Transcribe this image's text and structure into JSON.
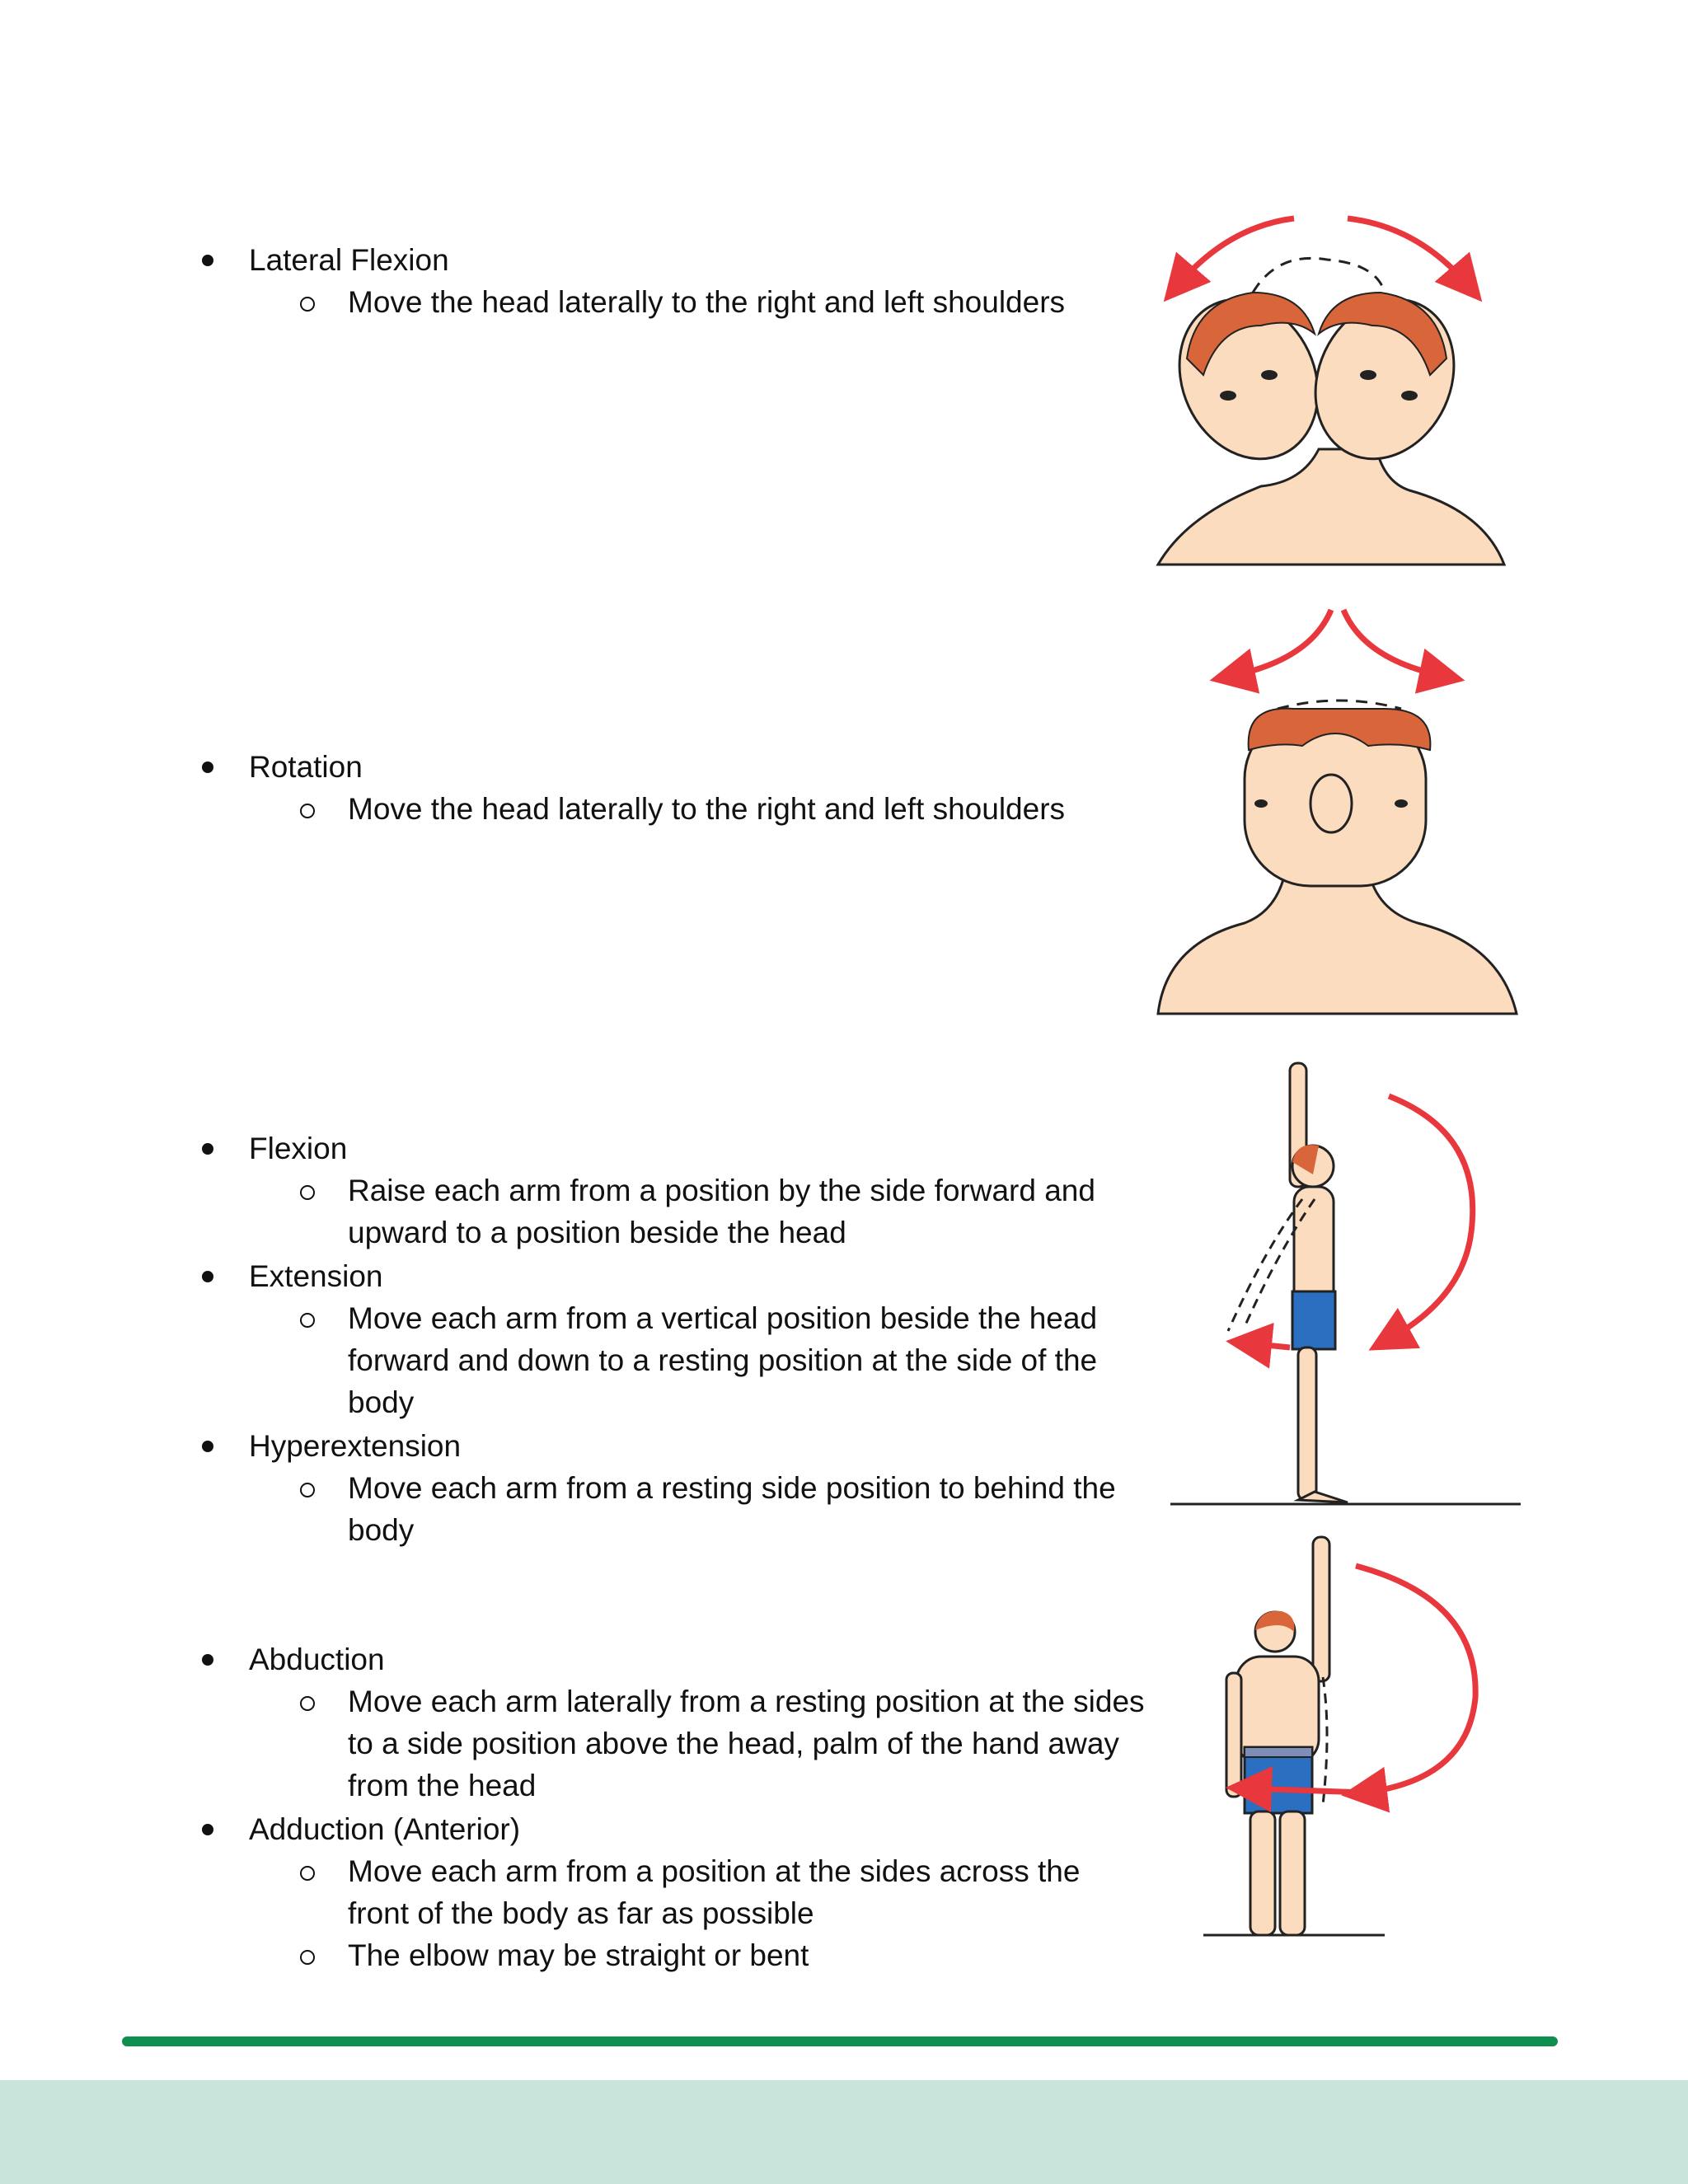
{
  "sections": [
    {
      "term": "Lateral Flexion",
      "details": [
        "Move the head laterally to the right and left shoulders"
      ]
    },
    {
      "term": "Rotation",
      "details": [
        "Move the head laterally to the right and left shoulders"
      ]
    },
    {
      "term": "Flexion",
      "details": [
        "Raise each arm from a position by the side forward and upward to a position beside the head"
      ]
    },
    {
      "term": "Extension",
      "details": [
        "Move each arm from a vertical position beside the head forward and down to a resting position at the side of the body"
      ]
    },
    {
      "term": "Hyperextension",
      "details": [
        "Move each arm from a resting side position to behind the body"
      ]
    },
    {
      "term": "Abduction",
      "details": [
        "Move each arm laterally from a resting position at the sides to a side position above the head, palm of the hand away from the head"
      ]
    },
    {
      "term": "Adduction (Anterior)",
      "details": [
        "Move each arm from a position at the sides across the front of the body as far as possible",
        "The elbow may be straight or bent"
      ]
    }
  ],
  "colors": {
    "arrow": "#e8383d",
    "hair": "#d9663a",
    "skin": "#fcdcbf",
    "shorts": "#2a6fc0",
    "rule": "#0f8f4f",
    "footer": "#c9e4da"
  },
  "figures": [
    {
      "icon": "lateral-flexion-head-illustration"
    },
    {
      "icon": "rotation-head-illustration"
    },
    {
      "icon": "arm-flexion-extension-illustration"
    },
    {
      "icon": "arm-abduction-illustration"
    }
  ]
}
